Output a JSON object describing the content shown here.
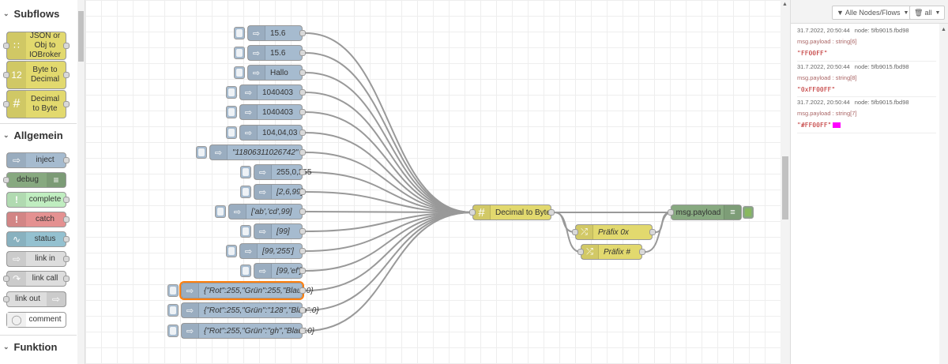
{
  "palette": {
    "categories": {
      "subflows": "Subflows",
      "allgemein": "Allgemein",
      "funktion": "Funktion"
    },
    "subflow_nodes": [
      {
        "label": "JSON or Obj to IOBroker"
      },
      {
        "label": "Byte to Decimal"
      },
      {
        "label": "Decimal to Byte"
      }
    ],
    "general_nodes": [
      {
        "label": "inject",
        "color": "#a6bbcf"
      },
      {
        "label": "debug",
        "color": "#87a980"
      },
      {
        "label": "complete",
        "color": "#c0edc0"
      },
      {
        "label": "catch",
        "color": "#e49191"
      },
      {
        "label": "status",
        "color": "#94c1d0"
      },
      {
        "label": "link in",
        "color": "#dddddd"
      },
      {
        "label": "link call",
        "color": "#dddddd"
      },
      {
        "label": "link out",
        "color": "#dddddd"
      },
      {
        "label": "comment",
        "color": "#ffffff"
      }
    ]
  },
  "flow": {
    "inject_nodes": [
      {
        "label": "15.6",
        "italic": false
      },
      {
        "label": "15.6",
        "italic": false
      },
      {
        "label": "Hallo",
        "italic": false
      },
      {
        "label": "1040403",
        "italic": false
      },
      {
        "label": "1040403",
        "italic": false
      },
      {
        "label": "104,04,03",
        "italic": false
      },
      {
        "label": "\"11806311026742\"",
        "italic": true
      },
      {
        "label": "255,0,255",
        "italic": false
      },
      {
        "label": "[2,6,99]",
        "italic": true
      },
      {
        "label": "['ab','cd',99]",
        "italic": true
      },
      {
        "label": "[99]",
        "italic": true
      },
      {
        "label": "[99,'255']",
        "italic": true
      },
      {
        "label": "[99,'ef']",
        "italic": true
      },
      {
        "label": "{\"Rot\":255,\"Grün\":255,\"Blau\":0}",
        "italic": true
      },
      {
        "label": "{\"Rot\":255,\"Grün\":\"128\",\"Blau\":0}",
        "italic": true
      },
      {
        "label": "{\"Rot\":255,\"Grün\":\"gh\",\"Blau\":0}",
        "italic": true
      }
    ],
    "decimal_to_byte": "Decimal to Byte",
    "prefix_0x": "Präfix 0x",
    "prefix_hash": "Präfix #",
    "debug_node": "msg.payload"
  },
  "sidebar": {
    "filter_button": "Alle Nodes/Flows",
    "clear_button": "all",
    "messages": [
      {
        "time": "31.7.2022, 20:50:44",
        "node": "node: 5fb9015.fbd98",
        "path": "msg.payload : string[6]",
        "value": "\"FF00FF\"",
        "swatch": null
      },
      {
        "time": "31.7.2022, 20:50:44",
        "node": "node: 5fb9015.fbd98",
        "path": "msg.payload : string[8]",
        "value": "\"0xFF00FF\"",
        "swatch": null
      },
      {
        "time": "31.7.2022, 20:50:44",
        "node": "node: 5fb9015.fbd98",
        "path": "msg.payload : string[7]",
        "value": "\"#FF00FF\"",
        "swatch": "#ff00ff"
      }
    ]
  }
}
